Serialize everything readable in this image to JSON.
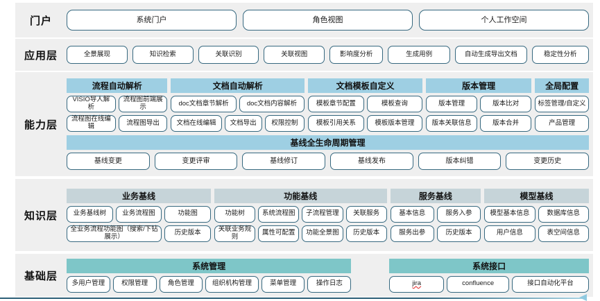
{
  "diagram": {
    "title": "系统架构分层图",
    "colors": {
      "band_bg": "#efefef",
      "pill_border": "#36687f",
      "head_blue": "#9ecfe3",
      "head_gray": "#c6d4d9",
      "head_teal": "#7ec6c8",
      "spell_error": "#e02020"
    }
  },
  "layers": {
    "portal": {
      "label": "门户",
      "items": [
        "系统门户",
        "角色视图",
        "个人工作空间"
      ]
    },
    "application": {
      "label": "应用层",
      "items": [
        "全景展现",
        "知识检索",
        "关联识别",
        "关联视图",
        "影响度分析",
        "生成用例",
        "自动生成导出文档",
        "稳定性分析"
      ]
    },
    "capability": {
      "label": "能力层",
      "groups": [
        {
          "head": "流程自动解析",
          "rows": [
            [
              "VISIO导人解析",
              "流程图前端展示"
            ],
            [
              "流程图在线编辑",
              "流程图导出"
            ]
          ]
        },
        {
          "head": "文档自动解析",
          "rows": [
            [
              "doc文档章节解析",
              "doc文档内容解析"
            ],
            [
              "文档在线编辑",
              "文档导出",
              "权限控制"
            ]
          ]
        },
        {
          "head": "文档模板自定义",
          "rows": [
            [
              "模板章节配置",
              "模板查询"
            ],
            [
              "模板引用关系",
              "模板版本管理"
            ]
          ]
        },
        {
          "head": "版本管理",
          "rows": [
            [
              "版本管理",
              "版本比对"
            ],
            [
              "版本关联信息",
              "版本合并"
            ]
          ]
        },
        {
          "head": "全局配置",
          "rows": [
            [
              "标签管理/自定义"
            ],
            [
              "产品管理"
            ]
          ]
        }
      ],
      "lifecycle": {
        "head": "基线全生命周期管理",
        "items": [
          "基线变更",
          "变更评审",
          "基线修订",
          "基线发布",
          "版本纠错",
          "变更历史"
        ]
      }
    },
    "knowledge": {
      "label": "知识层",
      "groups": [
        {
          "head": "业务基线",
          "rows": [
            [
              "业务基线树",
              "业务流程图",
              "功能图"
            ],
            [
              "全业务流程功能图（搜索/下钻展示）",
              "历史版本"
            ]
          ]
        },
        {
          "head": "功能基线",
          "rows": [
            [
              "功能树",
              "系统流程图",
              "子流程管理",
              "关联服务"
            ],
            [
              "关联业务规则",
              "属性可配置",
              "功能全景图",
              "历史版本"
            ]
          ]
        },
        {
          "head": "服务基线",
          "rows": [
            [
              "基本信息",
              "服务入参"
            ],
            [
              "服务出参",
              "历史版本"
            ]
          ]
        },
        {
          "head": "模型基线",
          "rows": [
            [
              "模型基本信息",
              "数据库信息"
            ],
            [
              "用户信息",
              "表空间信息"
            ]
          ]
        }
      ]
    },
    "foundation": {
      "label": "基础层",
      "groups": [
        {
          "head": "系统管理",
          "rows": [
            [
              "多用户管理",
              "权限管理",
              "角色管理",
              "组织机构管理",
              "菜单管理",
              "操作日志"
            ]
          ]
        },
        {
          "head": "系统接口",
          "rows": [
            [
              "jira",
              "confluence",
              "接口自动化平台"
            ]
          ]
        }
      ]
    }
  }
}
